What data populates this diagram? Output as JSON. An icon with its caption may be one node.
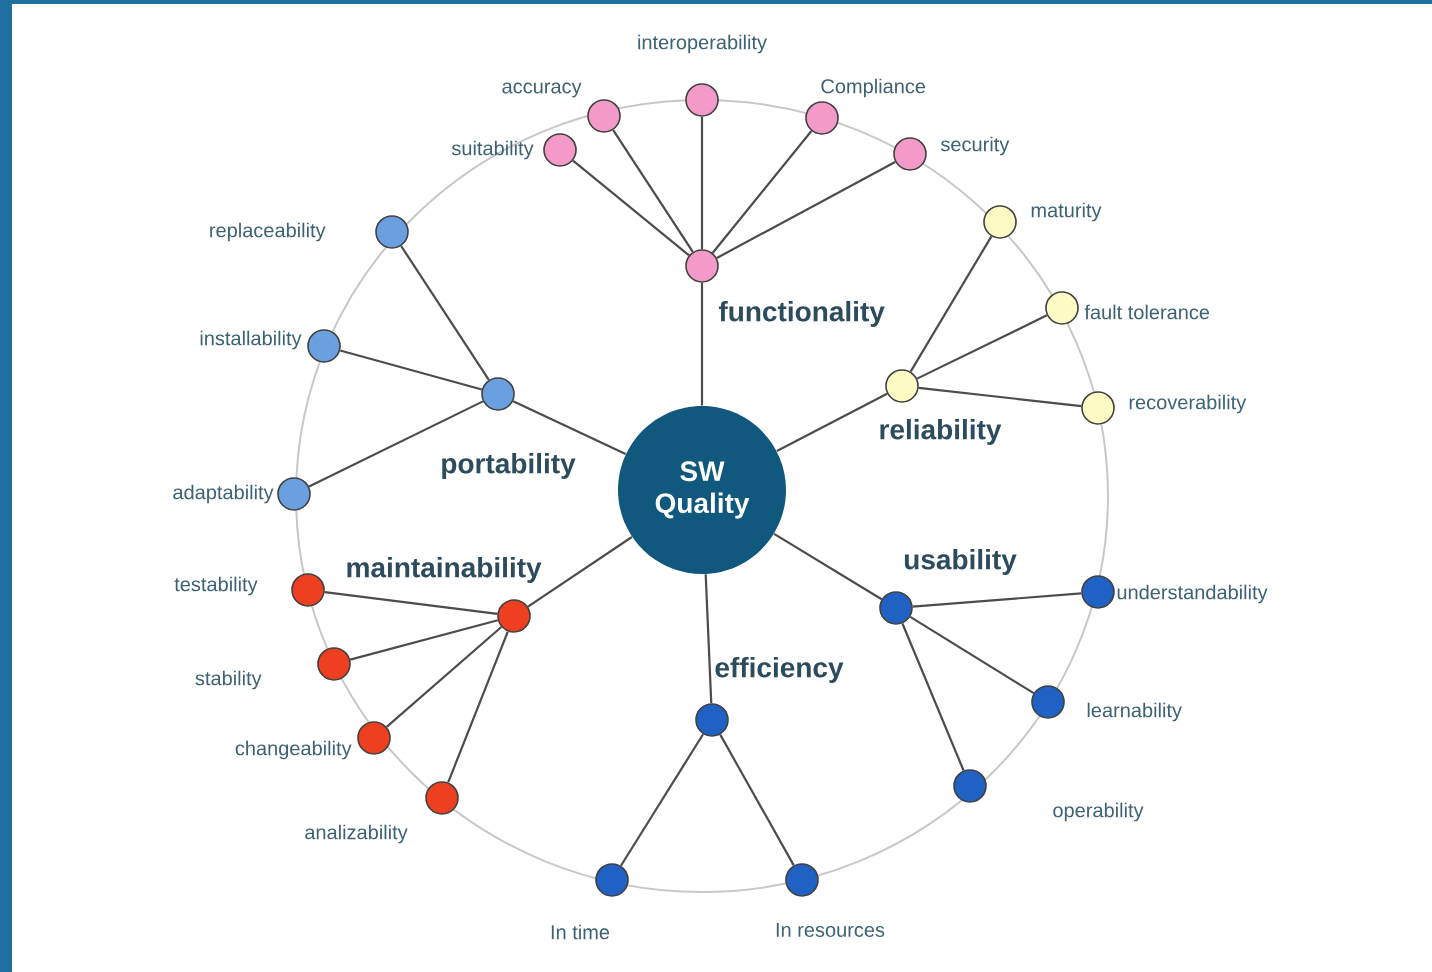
{
  "diagram": {
    "nodes": [
      {
        "text": [
          "SW Quality"
        ]
      },
      {
        "text": [],
        "shape": "circle",
        "beside": [
          "functionality"
        ]
      },
      {
        "text": [],
        "shape": "circle",
        "beside": [
          "suitability"
        ]
      },
      {
        "text": [],
        "shape": "circle",
        "beside": [
          "accuracy"
        ]
      },
      {
        "text": [],
        "shape": "circle",
        "beside": [
          "interoperability"
        ]
      },
      {
        "text": [],
        "shape": "circle",
        "beside": [
          "Compliance"
        ]
      },
      {
        "text": [],
        "shape": "circle",
        "beside": [
          "security"
        ]
      },
      {
        "text": [],
        "shape": "circle",
        "beside": [
          "portability"
        ]
      },
      {
        "text": [],
        "shape": "circle",
        "beside": [
          "replaceability"
        ]
      },
      {
        "text": [],
        "shape": "circle",
        "beside": [
          "installability"
        ]
      },
      {
        "text": [],
        "shape": "circle",
        "beside": [
          "adaptability"
        ]
      },
      {
        "text": [],
        "shape": "circle",
        "beside": [
          "reliability"
        ]
      },
      {
        "text": [],
        "shape": "circle",
        "beside": [
          "maturity"
        ]
      },
      {
        "text": [],
        "shape": "circle",
        "beside": [
          "fault tolerance"
        ]
      },
      {
        "text": [],
        "shape": "circle",
        "beside": [
          "recoverability"
        ]
      },
      {
        "text": [],
        "shape": "circle",
        "beside": [
          "maintainability"
        ]
      },
      {
        "text": [],
        "shape": "circle",
        "beside": [
          "testability"
        ]
      },
      {
        "text": [],
        "shape": "circle",
        "beside": [
          "stability"
        ]
      },
      {
        "text": [],
        "shape": "circle",
        "beside": [
          "changeability"
        ]
      },
      {
        "text": [],
        "shape": "circle",
        "beside": [
          "analizability"
        ]
      },
      {
        "text": [],
        "shape": "circle",
        "beside": [
          "usability"
        ]
      },
      {
        "text": [],
        "shape": "circle",
        "beside": [
          "understandability"
        ]
      },
      {
        "text": [],
        "shape": "circle",
        "beside": [
          "learnability"
        ]
      },
      {
        "text": [],
        "shape": "circle",
        "beside": [
          "operability"
        ]
      },
      {
        "text": [],
        "shape": "circle",
        "beside": [
          "efficiency"
        ]
      },
      {
        "text": [],
        "shape": "circle",
        "beside": [
          "In time"
        ]
      },
      {
        "text": [],
        "shape": "circle",
        "beside": [
          "In resources"
        ]
      }
    ],
    "edges": [
      {
        "from": 0,
        "to": 1,
        "arrow": "none"
      },
      {
        "from": 1,
        "to": 2,
        "arrow": "none"
      },
      {
        "from": 1,
        "to": 3,
        "arrow": "none"
      },
      {
        "from": 1,
        "to": 4,
        "arrow": "none"
      },
      {
        "from": 1,
        "to": 5,
        "arrow": "none"
      },
      {
        "from": 1,
        "to": 6,
        "arrow": "none"
      },
      {
        "from": 0,
        "to": 7,
        "arrow": "none"
      },
      {
        "from": 7,
        "to": 8,
        "arrow": "none"
      },
      {
        "from": 7,
        "to": 9,
        "arrow": "none"
      },
      {
        "from": 7,
        "to": 10,
        "arrow": "none"
      },
      {
        "from": 0,
        "to": 11,
        "arrow": "none"
      },
      {
        "from": 11,
        "to": 12,
        "arrow": "none"
      },
      {
        "from": 11,
        "to": 13,
        "arrow": "none"
      },
      {
        "from": 11,
        "to": 14,
        "arrow": "none"
      },
      {
        "from": 0,
        "to": 15,
        "arrow": "none"
      },
      {
        "from": 15,
        "to": 16,
        "arrow": "none"
      },
      {
        "from": 15,
        "to": 17,
        "arrow": "none"
      },
      {
        "from": 15,
        "to": 18,
        "arrow": "none"
      },
      {
        "from": 15,
        "to": 19,
        "arrow": "none"
      },
      {
        "from": 0,
        "to": 20,
        "arrow": "none"
      },
      {
        "from": 20,
        "to": 21,
        "arrow": "none"
      },
      {
        "from": 20,
        "to": 22,
        "arrow": "none"
      },
      {
        "from": 20,
        "to": 23,
        "arrow": "none"
      },
      {
        "from": 0,
        "to": 24,
        "arrow": "none"
      },
      {
        "from": 24,
        "to": 25,
        "arrow": "none"
      },
      {
        "from": 24,
        "to": 26,
        "arrow": "none"
      }
    ]
  }
}
